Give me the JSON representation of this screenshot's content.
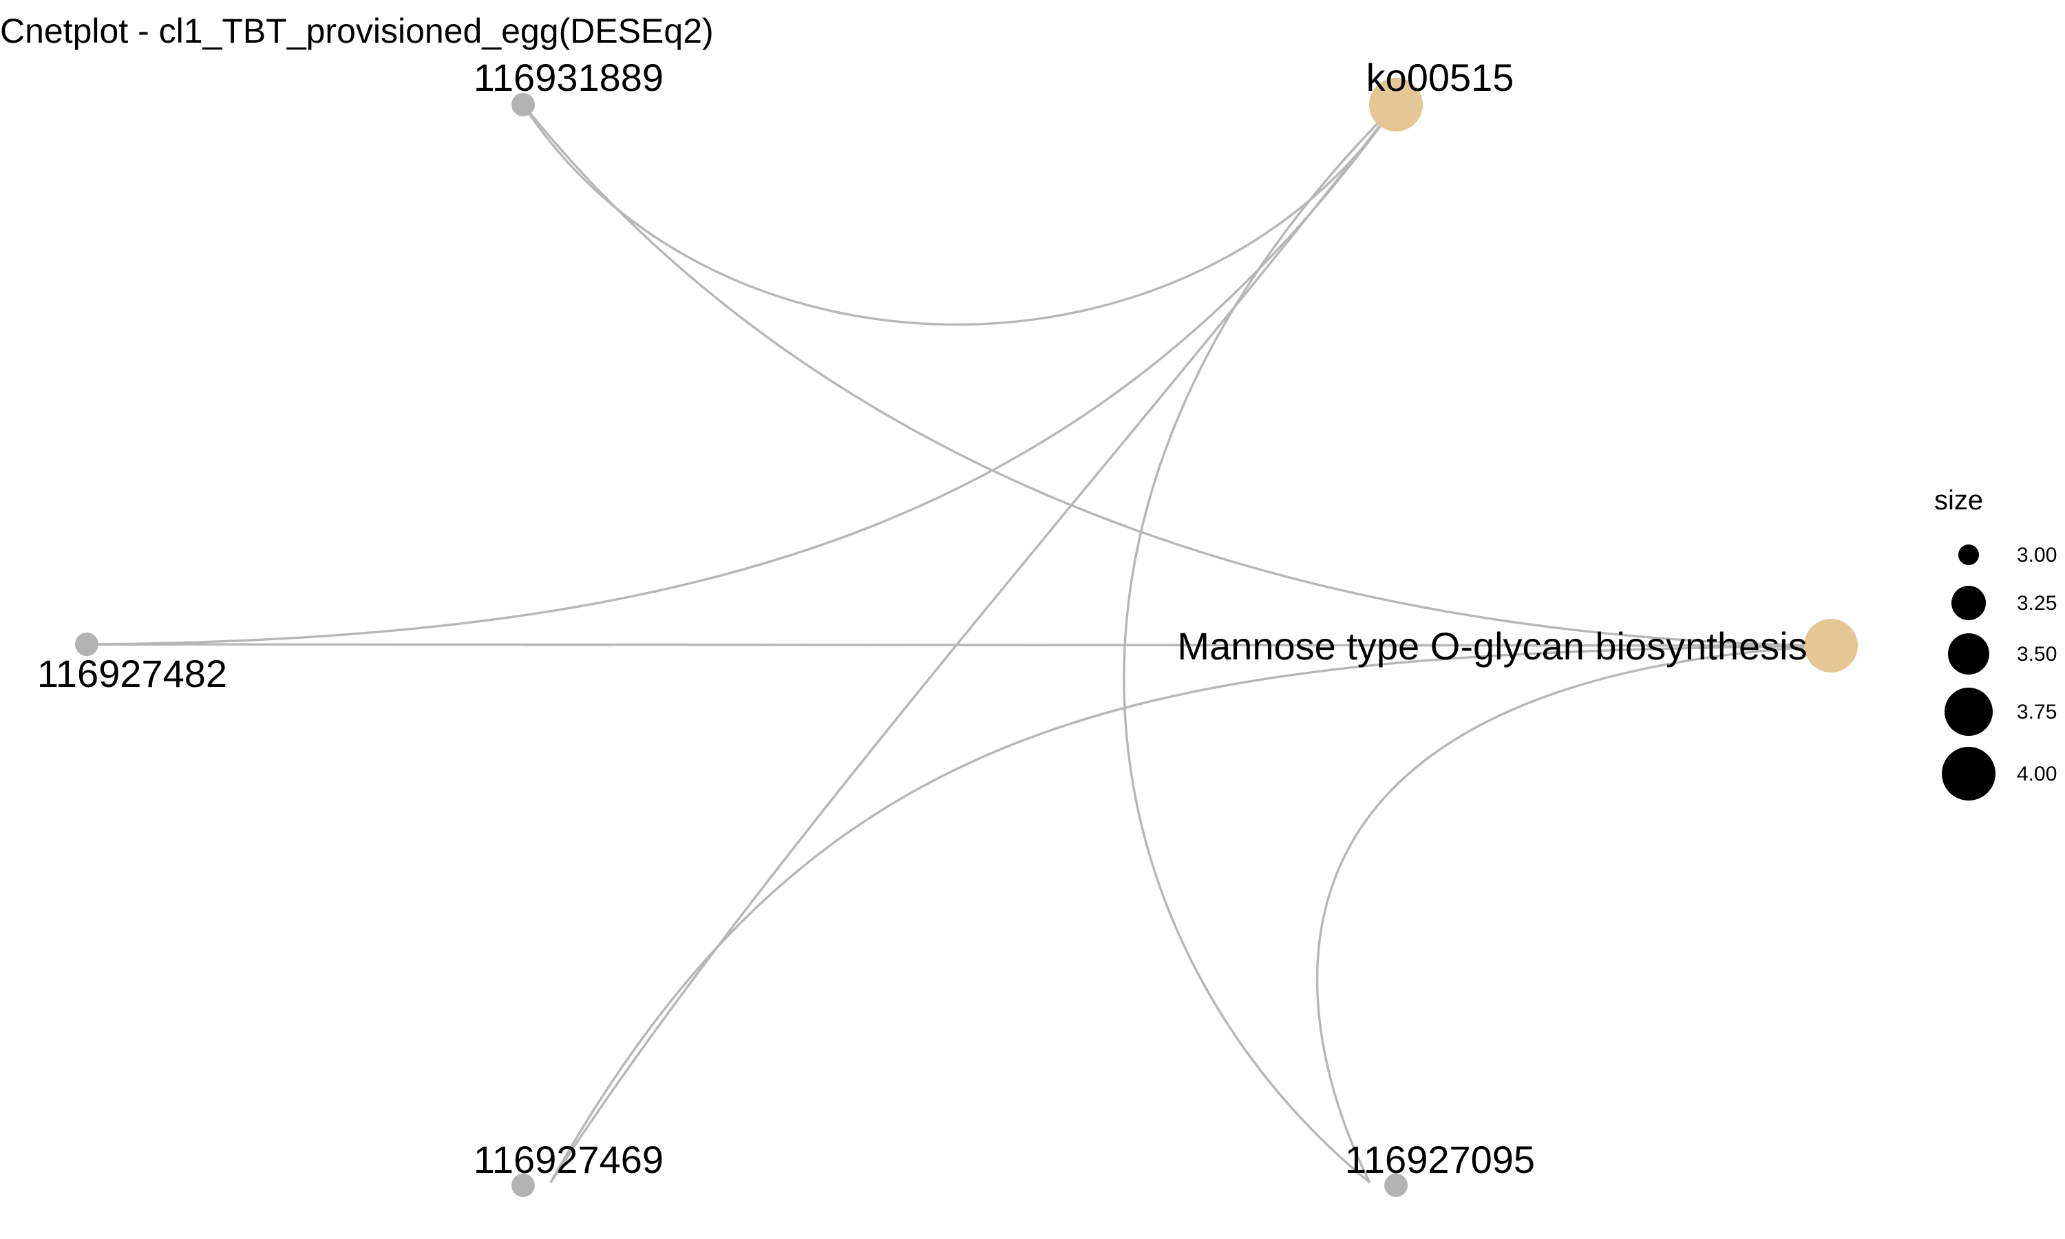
{
  "title": "Cnetplot - cl1_TBT_provisioned_egg(DESEq2)",
  "colors": {
    "category_node": "#e5c695",
    "gene_node": "#b3b3b3",
    "edge": "#b7b7b7",
    "text": "#000000"
  },
  "nodes": {
    "ko00515": {
      "label": "ko00515",
      "type": "category"
    },
    "mannose": {
      "label": "Mannose type O-glycan biosynthesis",
      "type": "category"
    },
    "g116931889": {
      "label": "116931889",
      "type": "gene"
    },
    "g116927482": {
      "label": "116927482",
      "type": "gene"
    },
    "g116927469": {
      "label": "116927469",
      "type": "gene"
    },
    "g116927095": {
      "label": "116927095",
      "type": "gene"
    }
  },
  "edges": [
    [
      "ko00515",
      "g116931889"
    ],
    [
      "ko00515",
      "g116927482"
    ],
    [
      "ko00515",
      "g116927469"
    ],
    [
      "ko00515",
      "g116927095"
    ],
    [
      "mannose",
      "g116931889"
    ],
    [
      "mannose",
      "g116927482"
    ],
    [
      "mannose",
      "g116927469"
    ],
    [
      "mannose",
      "g116927095"
    ]
  ],
  "legend": {
    "title": "size",
    "entries": [
      {
        "label": "3.00",
        "value": 3.0
      },
      {
        "label": "3.25",
        "value": 3.25
      },
      {
        "label": "3.50",
        "value": 3.5
      },
      {
        "label": "3.75",
        "value": 3.75
      },
      {
        "label": "4.00",
        "value": 4.0
      }
    ]
  }
}
